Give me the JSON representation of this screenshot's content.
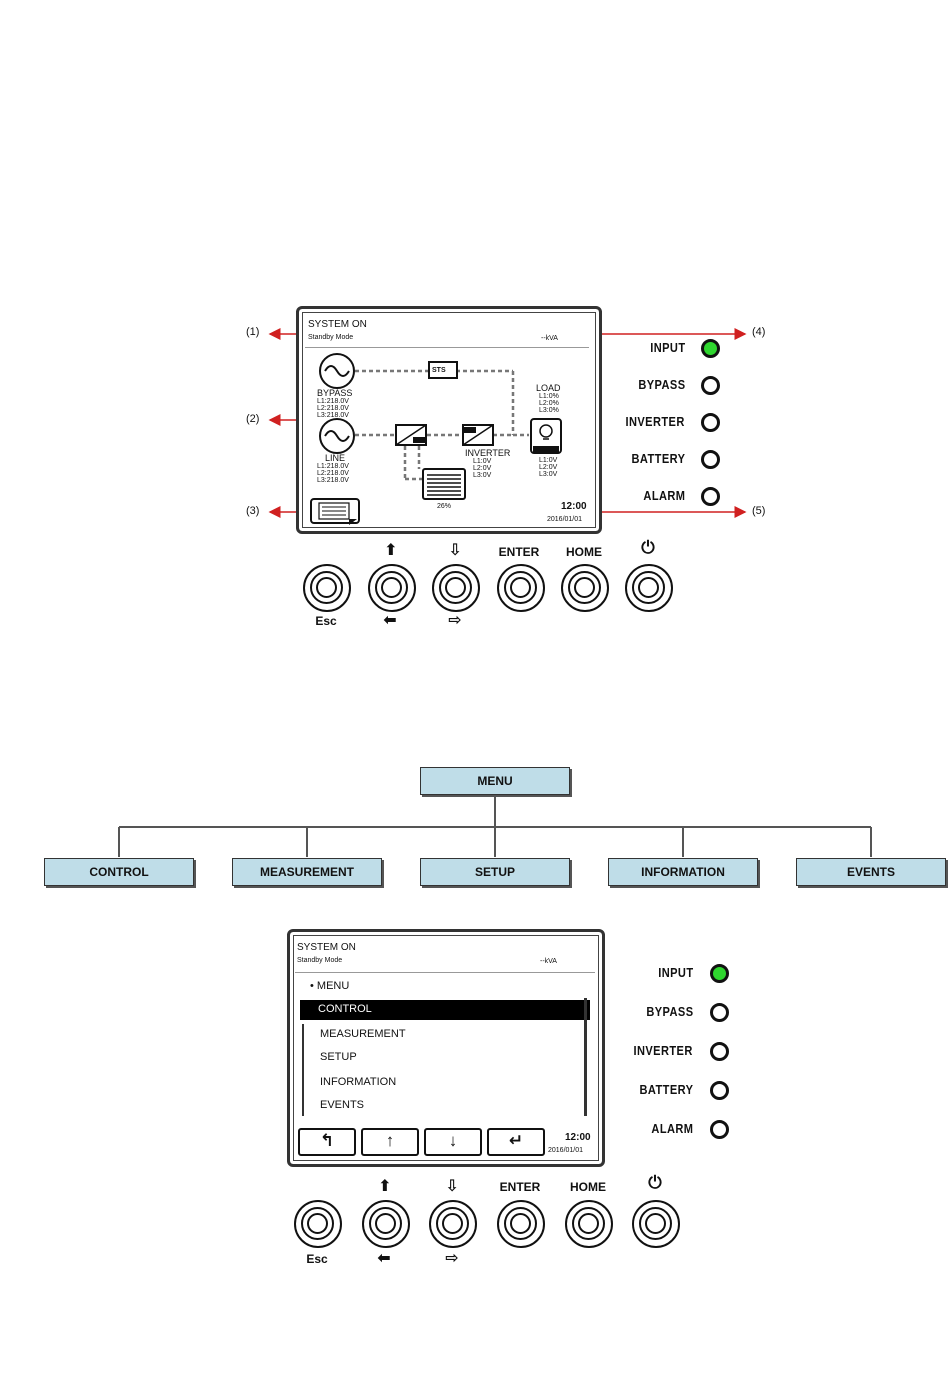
{
  "panel1": {
    "status_title": "SYSTEM ON",
    "status_mode": "Standby Mode",
    "rating": "--kVA",
    "sts_label": "STS",
    "bypass_label": "BYPASS",
    "bypass_values": [
      "L1:218.0V",
      "L2:218.0V",
      "L3:218.0V"
    ],
    "line_label": "LINE",
    "line_values": [
      "L1:218.0V",
      "L2:218.0V",
      "L3:218.0V"
    ],
    "inverter_label": "INVERTER",
    "inverter_values": [
      "L1:0V",
      "L2:0V",
      "L3:0V"
    ],
    "load_label": "LOAD",
    "load_values": [
      "L1:0%",
      "L2:0%",
      "L3:0%"
    ],
    "load_voltages": [
      "L1:0V",
      "L2:0V",
      "L3:0V"
    ],
    "battery_percent": "26%",
    "time": "12:00",
    "date": "2016/01/01",
    "callouts": [
      "(1)",
      "(2)",
      "(3)",
      "(4)",
      "(5)"
    ]
  },
  "indicators": [
    "INPUT",
    "BYPASS",
    "INVERTER",
    "BATTERY",
    "ALARM"
  ],
  "buttons": {
    "esc": "Esc",
    "enter": "ENTER",
    "home": "HOME"
  },
  "menu_tree": {
    "root": "MENU",
    "children": [
      "CONTROL",
      "MEASUREMENT",
      "SETUP",
      "INFORMATION",
      "EVENTS"
    ]
  },
  "panel2": {
    "status_title": "SYSTEM ON",
    "status_mode": "Standby Mode",
    "rating": "--kVA",
    "menu_header": "• MENU",
    "items": [
      "CONTROL",
      "MEASUREMENT",
      "SETUP",
      "INFORMATION",
      "EVENTS"
    ],
    "time": "12:00",
    "date": "2016/01/01"
  },
  "colors": {
    "led_on": "#2fd62f",
    "box_fill": "#bfdde8",
    "arrow": "#d02020"
  }
}
